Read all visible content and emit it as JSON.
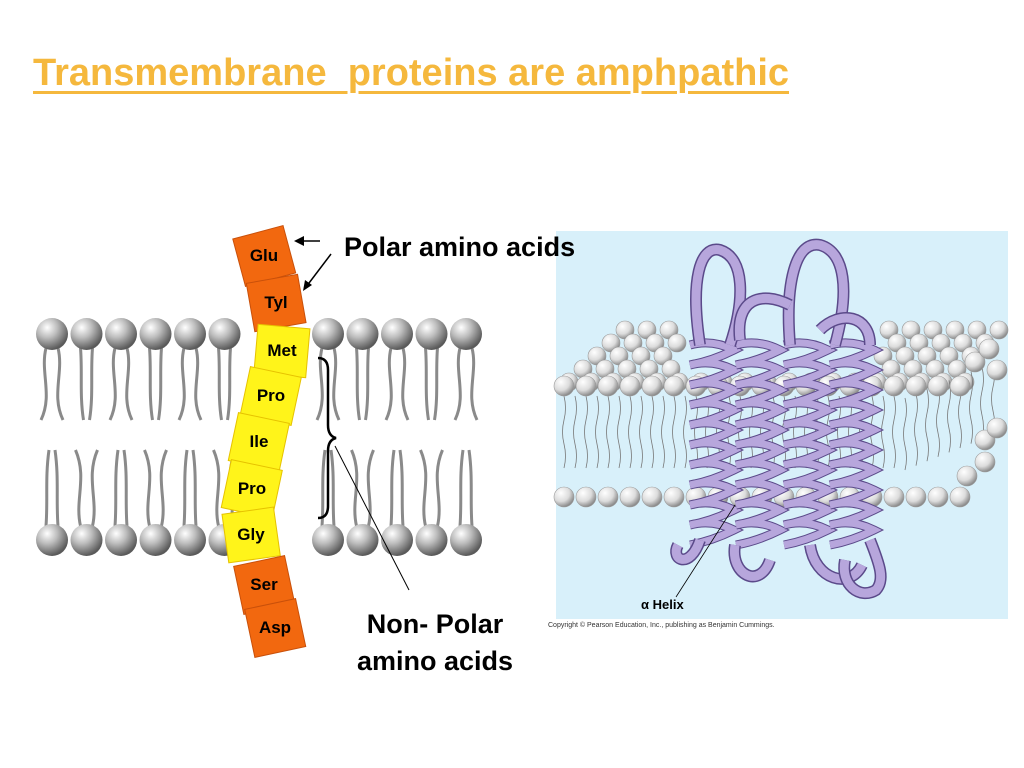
{
  "slide": {
    "title": "Transmembrane  proteins are amphpathic",
    "title_color": "#F5B83D"
  },
  "left_figure": {
    "residues": [
      {
        "name": "Glu",
        "type": "polar"
      },
      {
        "name": "Tyl",
        "type": "polar"
      },
      {
        "name": "Met",
        "type": "nonpolar"
      },
      {
        "name": "Pro",
        "type": "nonpolar"
      },
      {
        "name": "Ile",
        "type": "nonpolar"
      },
      {
        "name": "Pro",
        "type": "nonpolar"
      },
      {
        "name": "Gly",
        "type": "nonpolar"
      },
      {
        "name": "Ser",
        "type": "polar"
      },
      {
        "name": "Asp",
        "type": "polar"
      }
    ],
    "polar_color": "#F2680F",
    "nonpolar_color": "#FFF41A",
    "polar_label": "Polar amino acids",
    "nonpolar_label": "Non- Polar amino acids"
  },
  "right_figure": {
    "helix_label": "α Helix",
    "copyright": "Copyright © Pearson Education, Inc., publishing as Benjamin Cummings.",
    "background_color": "#D8F0FA",
    "helix_color": "#B7A6DC"
  }
}
